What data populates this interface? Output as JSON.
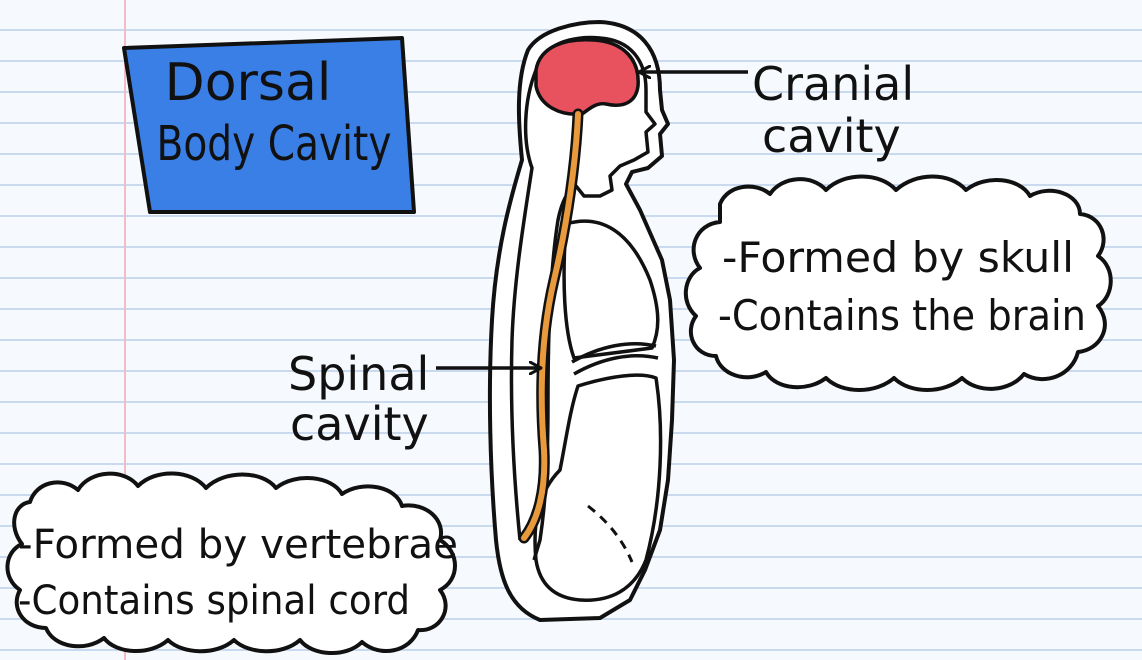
{
  "title": {
    "line1": "Dorsal",
    "line2": "Body Cavity"
  },
  "cranial": {
    "label_line1": "Cranial",
    "label_line2": "cavity",
    "notes": [
      "-Formed by skull",
      "-Contains the brain"
    ]
  },
  "spinal": {
    "label_line1": "Spinal",
    "label_line2": "cavity",
    "notes": [
      "-Formed by vertebrae",
      "-Contains spinal cord"
    ]
  },
  "colors": {
    "title_box": "#3a7fe6",
    "brain": "#e8525f",
    "spinal_cord": "#e89a3c",
    "ink": "#111111"
  }
}
